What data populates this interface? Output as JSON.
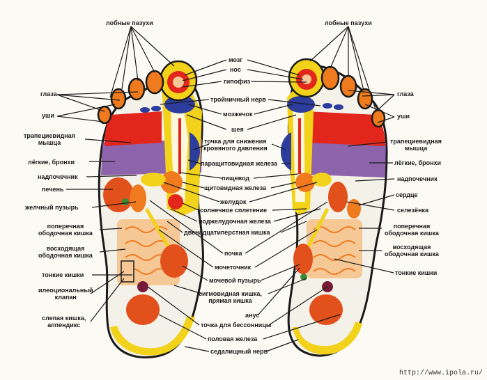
{
  "labels": {
    "frontal_left": "лобные пазухи",
    "frontal_right": "лобные пазухи",
    "eyes_left": "глаза",
    "eyes_right": "глаза",
    "ears_left": "уши",
    "ears_right": "уши",
    "trapezius_left": [
      "трапециевидная",
      "мышца"
    ],
    "trapezius_right": [
      "трапециевидная",
      "мышца"
    ],
    "lungs_left": "лёгкие, бронхи",
    "lungs_right": "лёгкие, бронхи",
    "adrenal_left": "надпочечник",
    "adrenal_right": "надпочечник",
    "liver": "печень",
    "heart": "сердце",
    "gallbladder": "желчный пузырь",
    "spleen": "селезёнка",
    "transverse_left": [
      "поперечная",
      "ободочная кишка"
    ],
    "transverse_right": [
      "поперечная",
      "ободочная кишка"
    ],
    "ascending_left": [
      "восходящая",
      "ободочная кишка"
    ],
    "ascending_right": [
      "восходящая",
      "ободочная кишка"
    ],
    "small_int_left": "тонкие кишки",
    "small_int_right": "тонкие кишки",
    "ileocecal": [
      "илеоциональный",
      "клапан"
    ],
    "cecum": [
      "слепая кишка,",
      "аппендикс"
    ],
    "brain": "мозг",
    "nose": "нос",
    "pituitary": "гипофиз",
    "trigeminal": "тройничный нерв",
    "cerebellum": "мозжечок",
    "neck": "шея",
    "bp_point": [
      "точка для снижения",
      "кровяного давления"
    ],
    "parathyroid": "паращитовидная железа",
    "esophagus": "пищевод",
    "thyroid": "щитовидная железа",
    "stomach": "желудок",
    "solar": "солнечное сплетение",
    "pancreas": "поджелудочная железа",
    "duodenum": "двенадцатиперстная кишка",
    "kidney": "почка",
    "ureter": "мочеточник",
    "bladder": "мочевой пузырь",
    "sigmoid": [
      "сигмовидная кишка,",
      "прямая кишка"
    ],
    "anus": "анус",
    "insomnia": "точка для бессонницы",
    "gonad": "половая железа",
    "sciatic": "седалищный нерв"
  },
  "watermark": "http://www.ipola.ru/",
  "colors": {
    "outline": "#1a1a1a",
    "yellow": "#f2d21a",
    "red": "#e2261c",
    "orange": "#f07a1e",
    "blue": "#2c3d9e",
    "purple": "#7a4aa0",
    "peach": "#f6c896",
    "green": "#3a8a3a"
  }
}
